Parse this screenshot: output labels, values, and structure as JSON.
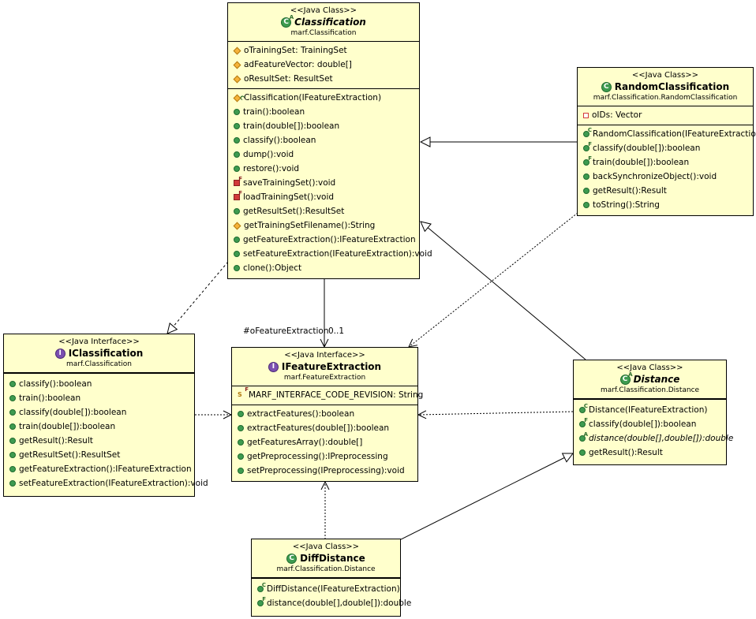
{
  "diagram": {
    "classification": {
      "stereotype": "<<Java Class>>",
      "name": "Classification",
      "package": "marf.Classification",
      "fields": [
        "oTrainingSet: TrainingSet",
        "adFeatureVector: double[]",
        "oResultSet: ResultSet"
      ],
      "methods": [
        "Classification(IFeatureExtraction)",
        "train():boolean",
        "train(double[]):boolean",
        "classify():boolean",
        "dump():void",
        "restore():void",
        "saveTrainingSet():void",
        "loadTrainingSet():void",
        "getResultSet():ResultSet",
        "getTrainingSetFilename():String",
        "getFeatureExtraction():IFeatureExtraction",
        "setFeatureExtraction(IFeatureExtraction):void",
        "clone():Object"
      ]
    },
    "random_classification": {
      "stereotype": "<<Java Class>>",
      "name": "RandomClassification",
      "package": "marf.Classification.RandomClassification",
      "fields": [
        "oIDs: Vector"
      ],
      "methods": [
        "RandomClassification(IFeatureExtraction)",
        "classify(double[]):boolean",
        "train(double[]):boolean",
        "backSynchronizeObject():void",
        "getResult():Result",
        "toString():String"
      ]
    },
    "iclassification": {
      "stereotype": "<<Java Interface>>",
      "name": "IClassification",
      "package": "marf.Classification",
      "methods": [
        "classify():boolean",
        "train():boolean",
        "classify(double[]):boolean",
        "train(double[]):boolean",
        "getResult():Result",
        "getResultSet():ResultSet",
        "getFeatureExtraction():IFeatureExtraction",
        "setFeatureExtraction(IFeatureExtraction):void"
      ]
    },
    "ifeature_extraction": {
      "stereotype": "<<Java Interface>>",
      "name": "IFeatureExtraction",
      "package": "marf.FeatureExtraction",
      "fields": [
        "MARF_INTERFACE_CODE_REVISION: String"
      ],
      "methods": [
        "extractFeatures():boolean",
        "extractFeatures(double[]):boolean",
        "getFeaturesArray():double[]",
        "getPreprocessing():IPreprocessing",
        "setPreprocessing(IPreprocessing):void"
      ]
    },
    "distance": {
      "stereotype": "<<Java Class>>",
      "name": "Distance",
      "package": "marf.Classification.Distance",
      "methods": [
        "Distance(IFeatureExtraction)",
        "classify(double[]):boolean",
        "distance(double[],double[]):double",
        "getResult():Result"
      ]
    },
    "diff_distance": {
      "stereotype": "<<Java Class>>",
      "name": "DiffDistance",
      "package": "marf.Classification.Distance",
      "methods": [
        "DiffDistance(IFeatureExtraction)",
        "distance(double[],double[]):double"
      ]
    },
    "association": {
      "role": "#oFeatureExtraction",
      "multiplicity": "0..1"
    }
  }
}
